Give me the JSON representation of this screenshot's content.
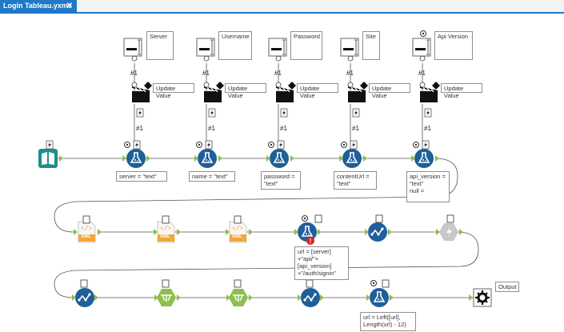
{
  "tab": {
    "title": "Login Tableau.yxmc",
    "close_glyph": "✕"
  },
  "inputs": [
    {
      "label": "Server",
      "connector": "#1"
    },
    {
      "label": "Username",
      "connector": "#1"
    },
    {
      "label": "Password",
      "connector": "#1"
    },
    {
      "label": "Site",
      "connector": "#1"
    },
    {
      "label": "Api Version",
      "connector": "#1"
    }
  ],
  "actions": [
    {
      "label": "Update Value",
      "connector": "#1"
    },
    {
      "label": "Update Value",
      "connector": "#1"
    },
    {
      "label": "Update Value",
      "connector": "#1"
    },
    {
      "label": "Update Value",
      "connector": "#1"
    },
    {
      "label": "Update Value",
      "connector": "#1"
    }
  ],
  "formulas_row1": [
    {
      "text": "server = \"text\""
    },
    {
      "text": "name = \"text\""
    },
    {
      "text": "password =\n\"text\""
    },
    {
      "text": "contentUrl =\n\"text\""
    },
    {
      "text": "api_version =\n\"text\"\nnull ="
    }
  ],
  "xml_label": "XML",
  "formula_url": {
    "text": "url = [server]\n+\"api/\"+\n[api_version]\n+\"/auth/signin\""
  },
  "formula_left": {
    "text": "url = Left([url],\nLength(url) - 12)"
  },
  "output": {
    "label": "Output"
  },
  "colors": {
    "tab_blue": "#1f78c8",
    "tool_blue": "#1f5f9a",
    "xml_orange": "#f1a73c",
    "parse_green": "#8cbf4c",
    "book_teal": "#1e8f8a"
  }
}
